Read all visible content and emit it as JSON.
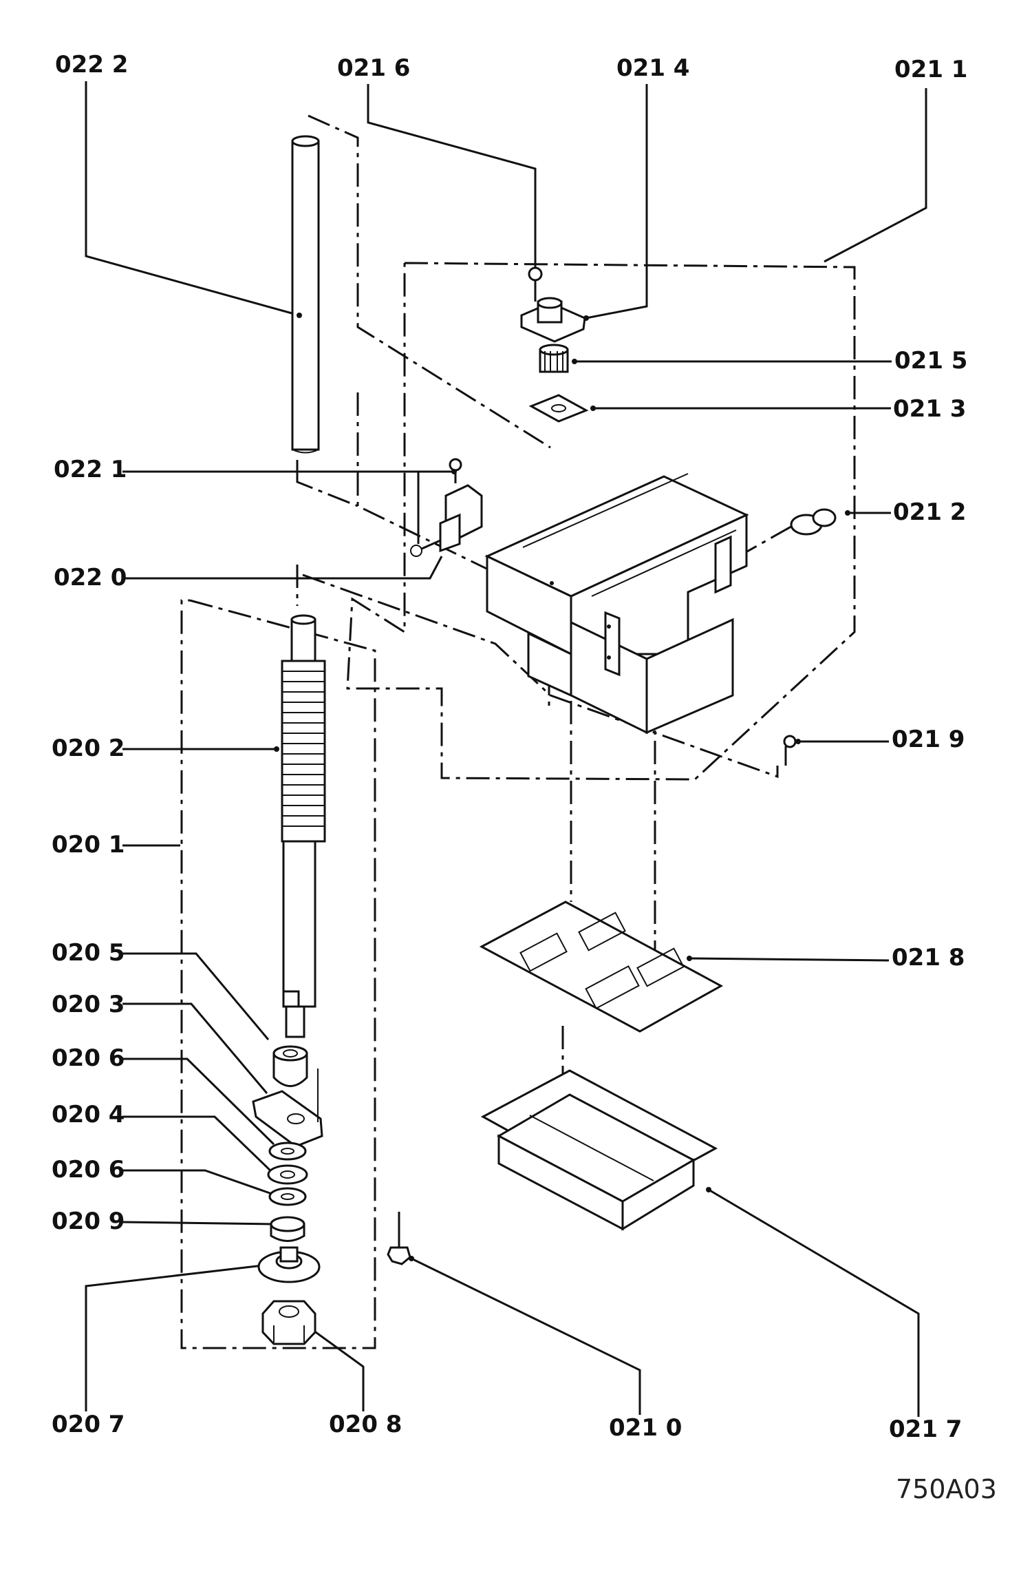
{
  "figure_id": "750A03",
  "labels": [
    {
      "id": "022_2",
      "text": "022 2"
    },
    {
      "id": "021_6",
      "text": "021 6"
    },
    {
      "id": "021_4",
      "text": "021 4"
    },
    {
      "id": "021_1",
      "text": "021 1"
    },
    {
      "id": "021_5",
      "text": "021 5"
    },
    {
      "id": "021_3",
      "text": "021 3"
    },
    {
      "id": "022_1",
      "text": "022 1"
    },
    {
      "id": "021_2",
      "text": "021 2"
    },
    {
      "id": "022_0",
      "text": "022 0"
    },
    {
      "id": "020_2",
      "text": "020 2"
    },
    {
      "id": "021_9",
      "text": "021 9"
    },
    {
      "id": "020_1",
      "text": "020 1"
    },
    {
      "id": "020_5",
      "text": "020 5"
    },
    {
      "id": "021_8",
      "text": "021 8"
    },
    {
      "id": "020_3",
      "text": "020 3"
    },
    {
      "id": "020_6a",
      "text": "020 6"
    },
    {
      "id": "020_4",
      "text": "020 4"
    },
    {
      "id": "020_6b",
      "text": "020 6"
    },
    {
      "id": "020_9",
      "text": "020 9"
    },
    {
      "id": "020_7",
      "text": "020 7"
    },
    {
      "id": "020_8",
      "text": "020 8"
    },
    {
      "id": "021_0",
      "text": "021 0"
    },
    {
      "id": "021_7",
      "text": "021 7"
    }
  ]
}
